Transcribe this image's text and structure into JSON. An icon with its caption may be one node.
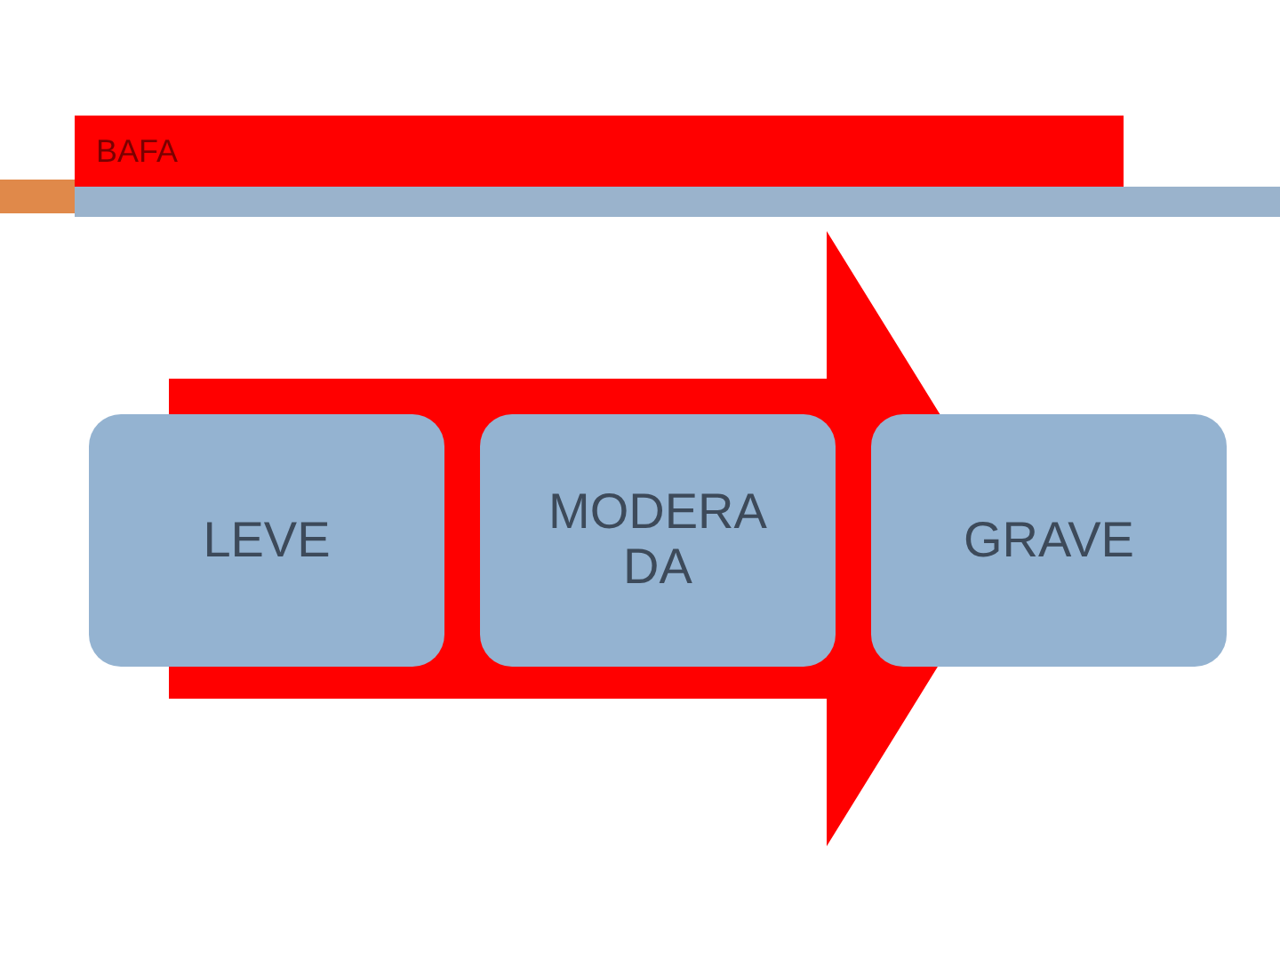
{
  "diagram": {
    "title": "BAFA",
    "nodes": [
      {
        "text": [
          "LEVE"
        ]
      },
      {
        "text": [
          "MODERA DA"
        ]
      },
      {
        "text": [
          "GRAVE"
        ]
      }
    ],
    "edges": [
      {
        "from": 0,
        "to": 2,
        "arrow": "to"
      }
    ]
  }
}
